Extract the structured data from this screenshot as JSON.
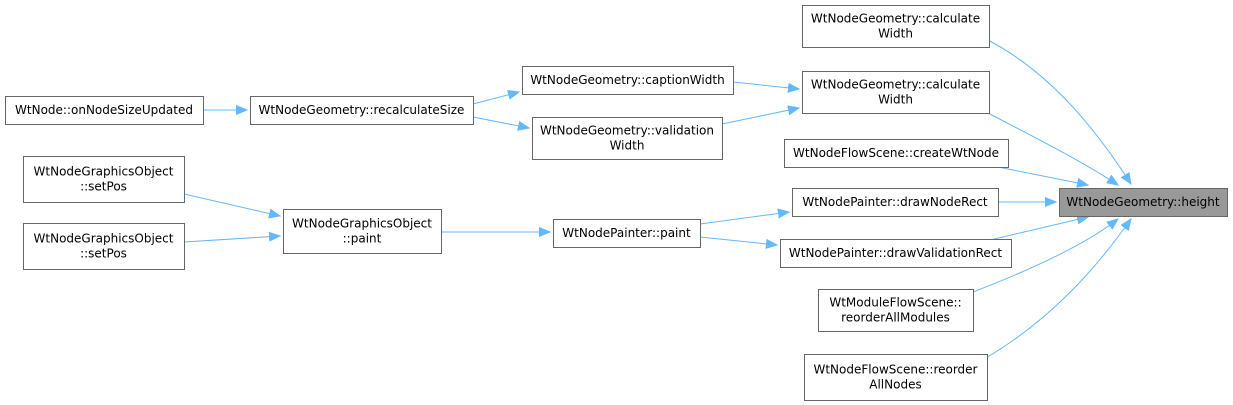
{
  "colors": {
    "edge": "#63b8ff",
    "node_border": "#666666",
    "node_fill": "#ffffff",
    "root_fill": "#999999"
  },
  "nodes": [
    {
      "id": "height",
      "lines": [
        "WtNodeGeometry::height"
      ],
      "root": true
    },
    {
      "id": "calcWidth1",
      "lines": [
        "WtNodeGeometry::calculate",
        "Width"
      ]
    },
    {
      "id": "calcWidth2",
      "lines": [
        "WtNodeGeometry::calculate",
        "Width"
      ]
    },
    {
      "id": "createWtNode",
      "lines": [
        "WtNodeFlowScene::createWtNode"
      ]
    },
    {
      "id": "drawNodeRect",
      "lines": [
        "WtNodePainter::drawNodeRect"
      ]
    },
    {
      "id": "drawValidationRect",
      "lines": [
        "WtNodePainter::drawValidationRect"
      ]
    },
    {
      "id": "reorderAllModules",
      "lines": [
        "WtModuleFlowScene::",
        "reorderAllModules"
      ]
    },
    {
      "id": "reorderAllNodes",
      "lines": [
        "WtNodeFlowScene::reorder",
        "AllNodes"
      ]
    },
    {
      "id": "captionWidth",
      "lines": [
        "WtNodeGeometry::captionWidth"
      ]
    },
    {
      "id": "validationWidth",
      "lines": [
        "WtNodeGeometry::validation",
        "Width"
      ]
    },
    {
      "id": "recalculateSize",
      "lines": [
        "WtNodeGeometry::recalculateSize"
      ]
    },
    {
      "id": "onNodeSizeUpdated",
      "lines": [
        "WtNode::onNodeSizeUpdated"
      ]
    },
    {
      "id": "paint",
      "lines": [
        "WtNodePainter::paint"
      ]
    },
    {
      "id": "graphicsPaint",
      "lines": [
        "WtNodeGraphicsObject",
        "::paint"
      ]
    },
    {
      "id": "setPos1",
      "lines": [
        "WtNodeGraphicsObject",
        "::setPos"
      ]
    },
    {
      "id": "setPos2",
      "lines": [
        "WtNodeGraphicsObject",
        "::setPos"
      ]
    }
  ],
  "edges": [
    {
      "from": "calcWidth1",
      "to": "height"
    },
    {
      "from": "calcWidth2",
      "to": "height"
    },
    {
      "from": "createWtNode",
      "to": "height"
    },
    {
      "from": "drawNodeRect",
      "to": "height"
    },
    {
      "from": "drawValidationRect",
      "to": "height"
    },
    {
      "from": "reorderAllModules",
      "to": "height"
    },
    {
      "from": "reorderAllNodes",
      "to": "height"
    },
    {
      "from": "captionWidth",
      "to": "calcWidth2"
    },
    {
      "from": "validationWidth",
      "to": "calcWidth2"
    },
    {
      "from": "recalculateSize",
      "to": "captionWidth"
    },
    {
      "from": "recalculateSize",
      "to": "validationWidth"
    },
    {
      "from": "onNodeSizeUpdated",
      "to": "recalculateSize"
    },
    {
      "from": "paint",
      "to": "drawNodeRect"
    },
    {
      "from": "paint",
      "to": "drawValidationRect"
    },
    {
      "from": "graphicsPaint",
      "to": "paint"
    },
    {
      "from": "setPos1",
      "to": "graphicsPaint"
    },
    {
      "from": "setPos2",
      "to": "graphicsPaint"
    }
  ]
}
